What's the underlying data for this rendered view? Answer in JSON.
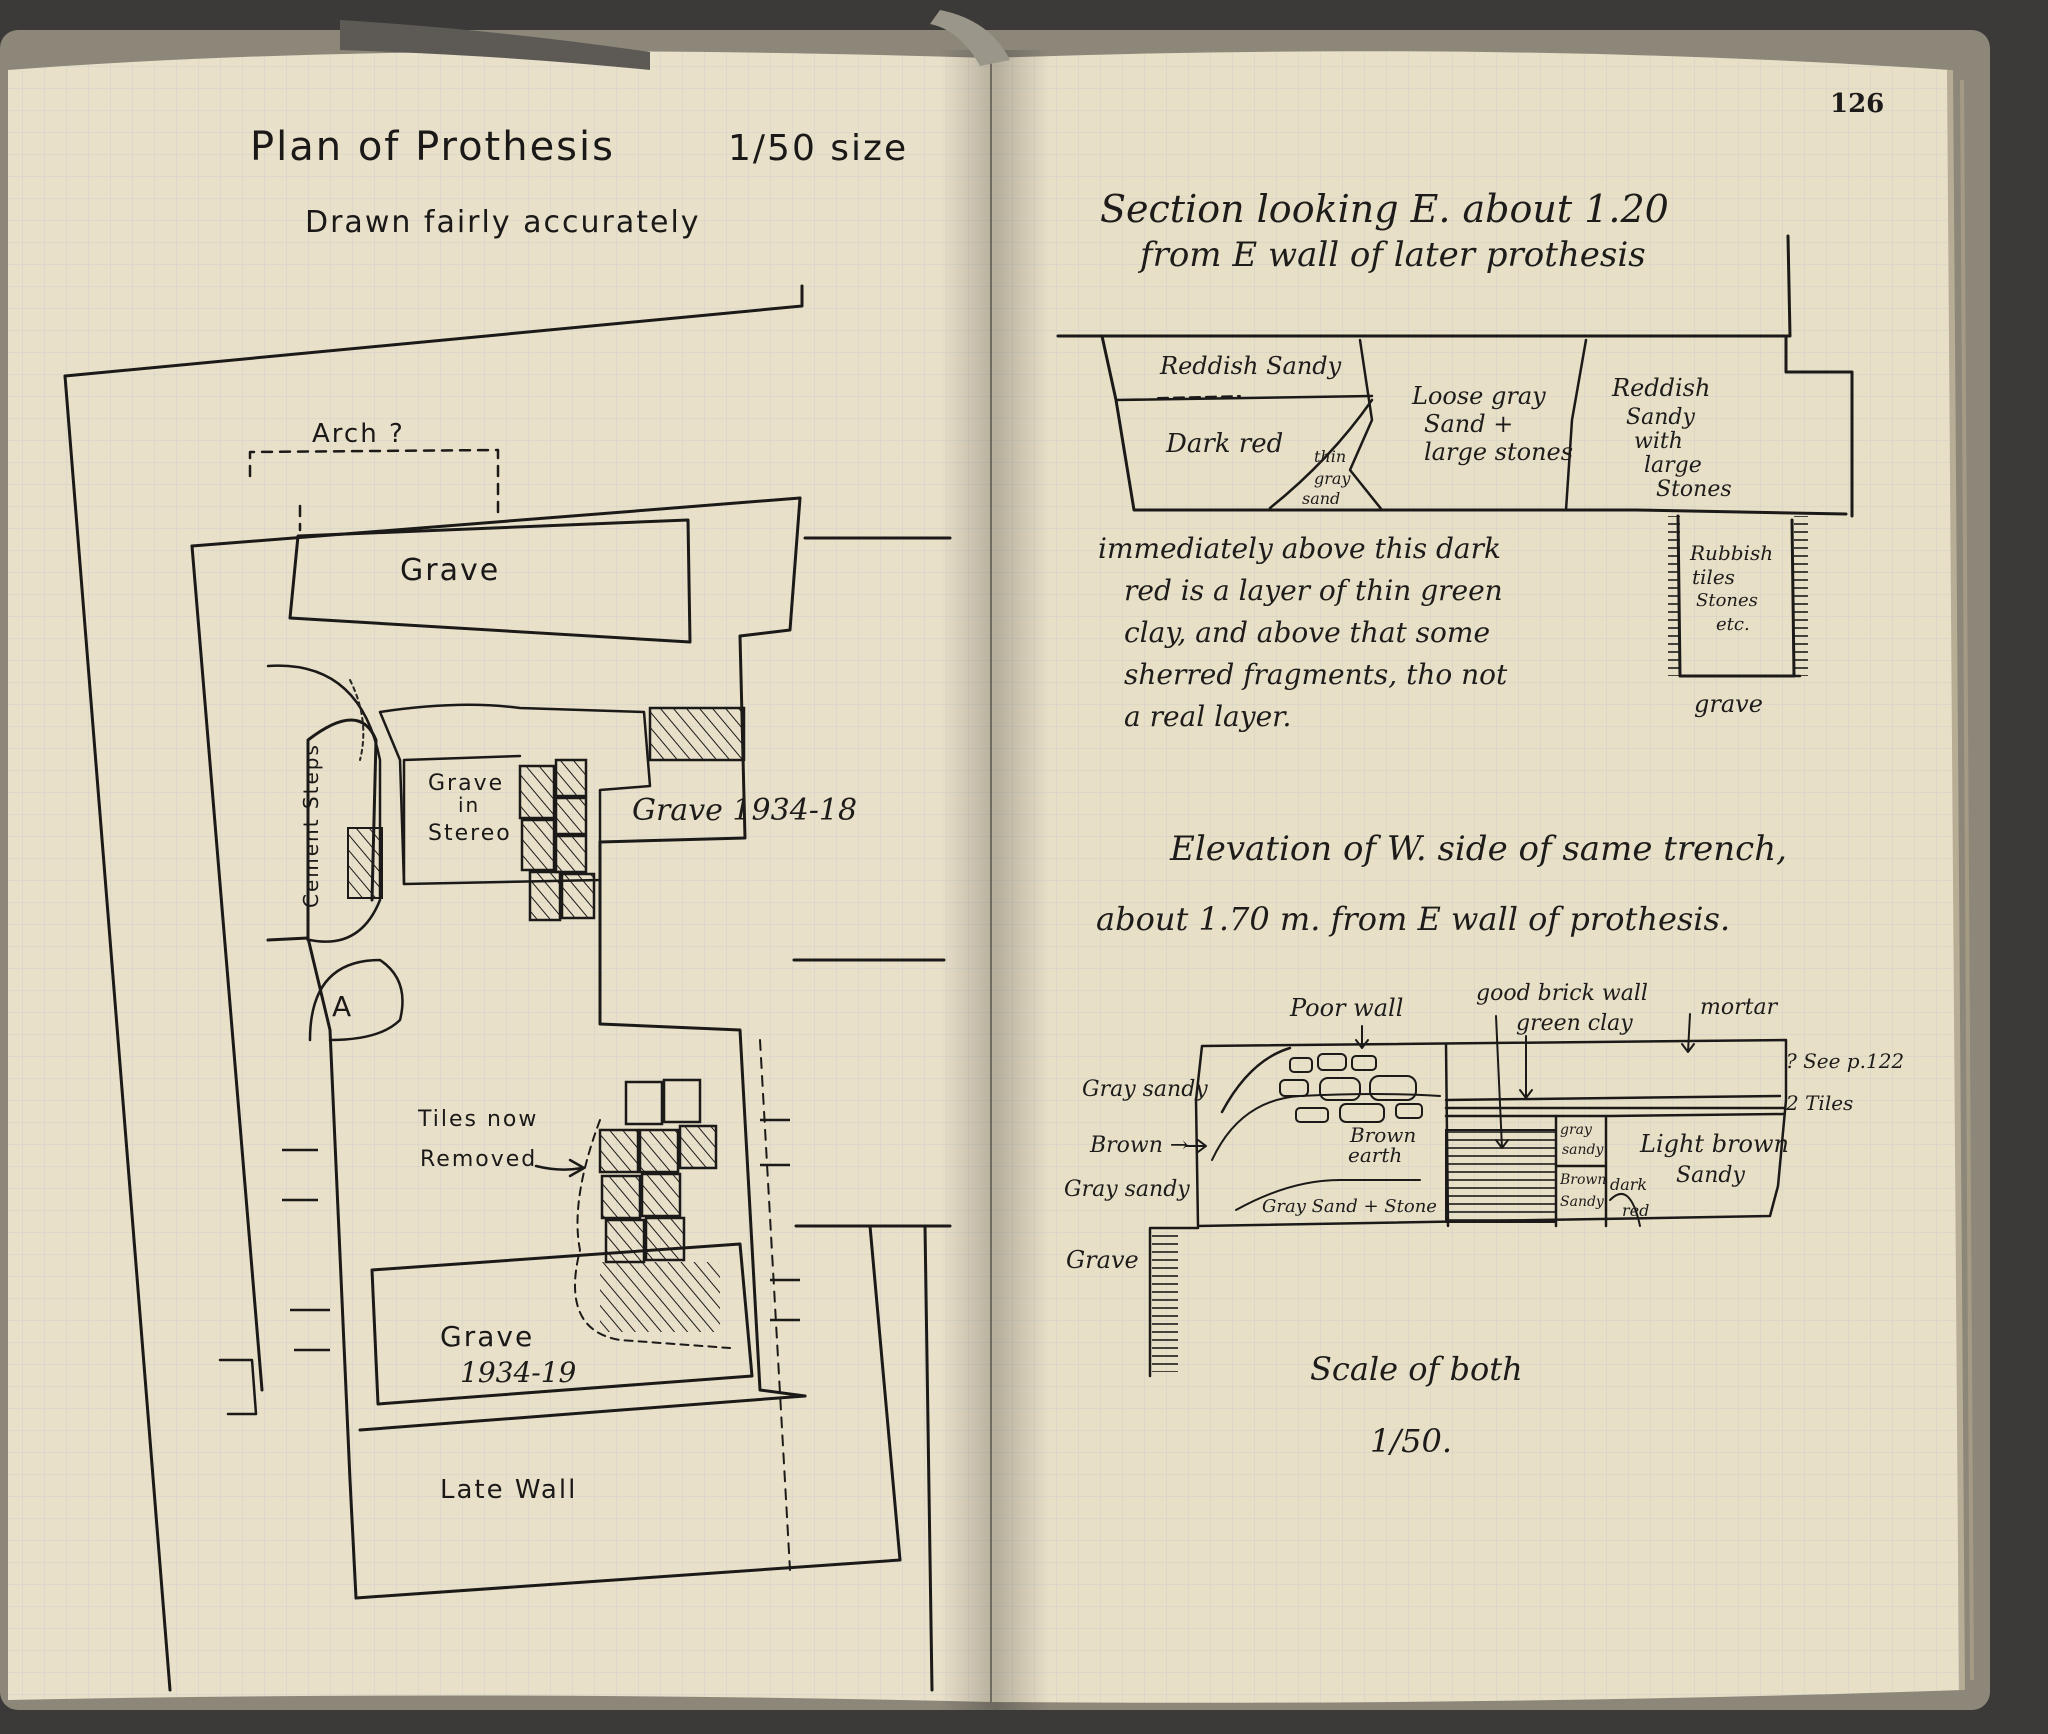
{
  "page_number": "126",
  "left_page": {
    "title": "Plan of Prothesis",
    "scale": "1/50 size",
    "subtitle": "Drawn fairly accurately",
    "labels": {
      "arch": "Arch ?",
      "grave_top": "Grave",
      "cement_steps": "Cement Steps",
      "grave_in_stereo_1": "Grave",
      "grave_in_stereo_2": "in",
      "grave_in_stereo_3": "Stereo",
      "grave_1934_18": "Grave 1934-18",
      "a": "A",
      "tiles_now_1": "Tiles now",
      "tiles_now_2": "Removed",
      "grave_bottom": "Grave",
      "grave_1934_19": "1934-19",
      "late_wall": "Late Wall"
    }
  },
  "right_page": {
    "section_title_1": "Section looking E. about 1.20",
    "section_title_2": "from E wall of later prothesis",
    "section_labels": {
      "reddish_sandy": "Reddish Sandy",
      "dark_red": "Dark red",
      "thin_gray_sand_1": "thin",
      "thin_gray_sand_2": "gray",
      "thin_gray_sand_3": "sand",
      "loose_gray_1": "Loose gray",
      "loose_gray_2": "Sand +",
      "loose_gray_3": "large stones",
      "reddish_stones_1": "Reddish",
      "reddish_stones_2": "Sandy",
      "reddish_stones_3": "with",
      "reddish_stones_4": "large",
      "reddish_stones_5": "Stones",
      "rubbish_1": "Rubbish",
      "rubbish_2": "tiles",
      "rubbish_3": "Stones",
      "rubbish_4": "etc.",
      "grave": "grave"
    },
    "note_lines": [
      "immediately above this dark",
      "red is a layer of thin green",
      "clay, and above that some",
      "sherred fragments, tho not",
      "a real layer."
    ],
    "elevation_title_1": "Elevation of W. side of same trench,",
    "elevation_title_2": "about 1.70 m. from E wall of prothesis.",
    "elevation_labels": {
      "poor_wall": "Poor wall",
      "good_brick_wall": "good brick wall",
      "green_clay": "green clay",
      "mortar": "mortar",
      "see_p122": "? See p.122",
      "tiles": "2 Tiles",
      "gray_sandy_top": "Gray sandy",
      "brown_arrow": "Brown →",
      "gray_sandy_low": "Gray sandy",
      "grave": "Grave",
      "brown_earth_1": "Brown",
      "brown_earth_2": "earth",
      "gray_sand_stone": "Gray Sand + Stone",
      "gray_sandy_small_1": "gray",
      "gray_sandy_small_2": "sandy",
      "brown_sandy_1": "Brown",
      "brown_sandy_2": "Sandy",
      "dark_red_1": "dark",
      "dark_red_2": "red",
      "light_brown_1": "Light brown",
      "light_brown_2": "Sandy"
    },
    "scale_1": "Scale of both",
    "scale_2": "1/50."
  },
  "colors": {
    "background": "#3b3a38",
    "paper": "#e9e0c9",
    "ink": "#1b1a18",
    "grid": "#b9c6cc"
  }
}
